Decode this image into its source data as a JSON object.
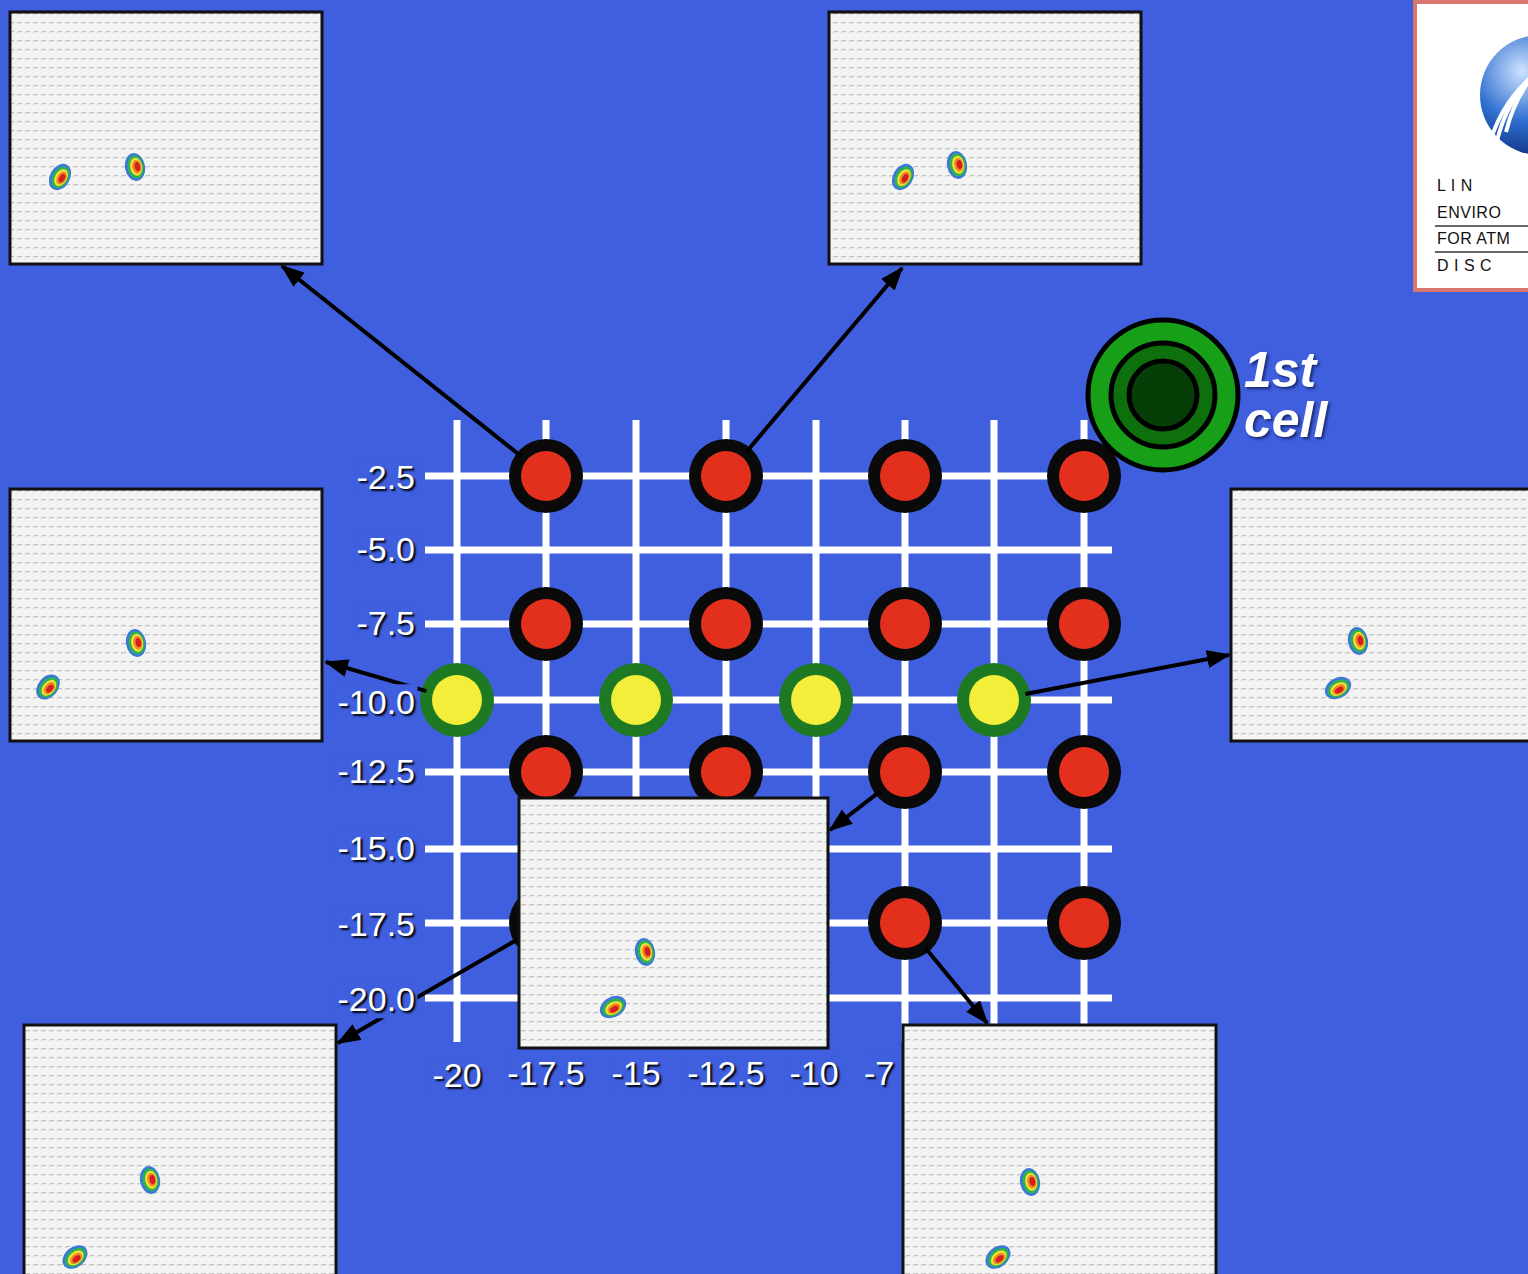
{
  "diagram": {
    "labels": [
      "L I N",
      "ENVIRO",
      "FOR ATM",
      "D I S C",
      "1st cell",
      "-2.5",
      "-5.0",
      "-7.5",
      "-10.0",
      "-12.5",
      "-15.0",
      "-17.5",
      "-20.0",
      "-20",
      "-17.5",
      "-15",
      "-12.5",
      "-10",
      "-7"
    ]
  }
}
